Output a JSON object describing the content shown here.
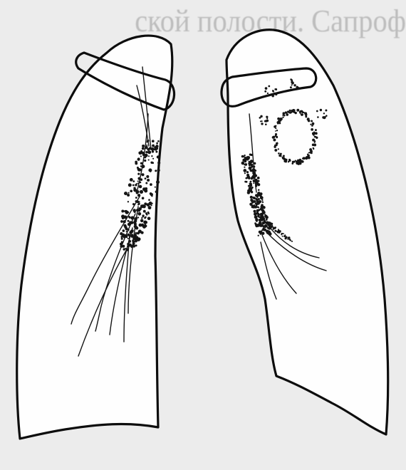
{
  "background_text_lines": [
    "",
    "",
    "",
    "",
    "",
    "",
    "",
    "",
    "",
    "",
    "ской полости. Сапроф",
    "",
    ""
  ],
  "colors": {
    "ink": "#0d0d0d",
    "paper": "#ececec",
    "lobe_fill": "#ffffff"
  },
  "drawing": {
    "left_lung": {
      "infiltrate": "vertical dotted band along the medial border"
    },
    "right_lung": {
      "infiltrate": "dotted ring (cavity) with dotted strands toward the hilum"
    }
  }
}
